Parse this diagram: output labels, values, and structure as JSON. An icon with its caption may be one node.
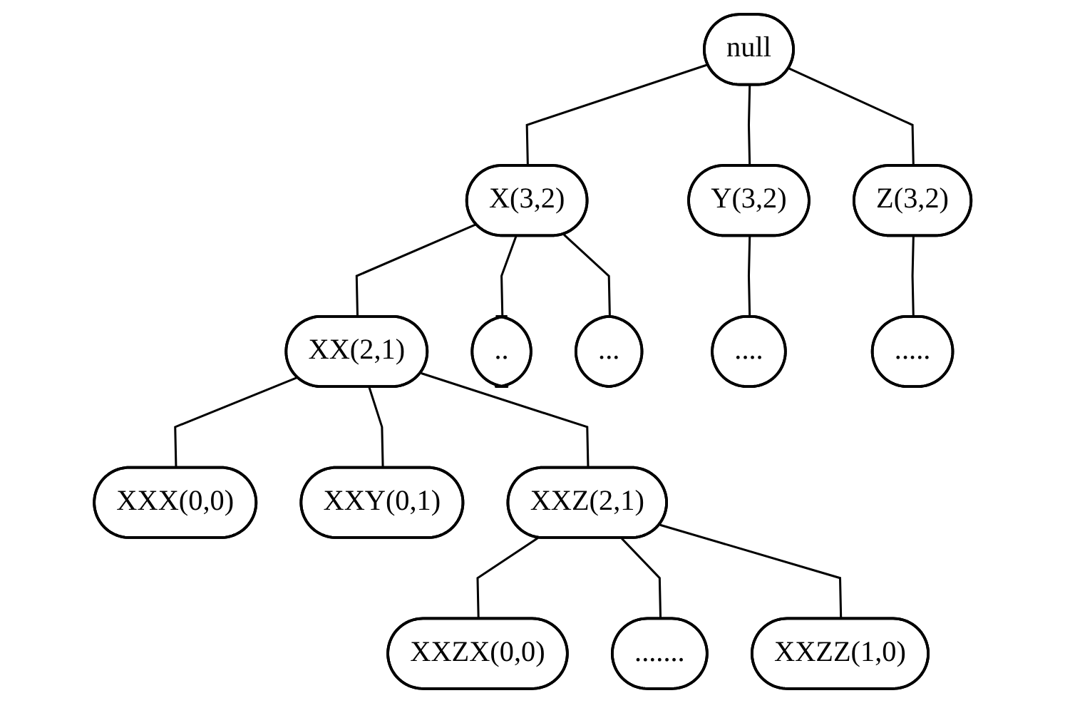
{
  "diagram": {
    "nodes": [
      {
        "text": [
          "null"
        ]
      },
      {
        "text": [
          "X(3,2)"
        ]
      },
      {
        "text": [
          "Y(3,2)"
        ]
      },
      {
        "text": [
          "Z(3,2)"
        ]
      },
      {
        "text": [
          "XX(2,1)"
        ]
      },
      {
        "text": [
          ".."
        ]
      },
      {
        "text": [
          "..."
        ]
      },
      {
        "text": [
          "...."
        ]
      },
      {
        "text": [
          "....."
        ]
      },
      {
        "text": [
          "XXX(0,0)"
        ]
      },
      {
        "text": [
          "XXY(0,1)"
        ]
      },
      {
        "text": [
          "XXZ(2,1)"
        ]
      },
      {
        "text": [
          "XXZX(0,0)"
        ]
      },
      {
        "text": [
          "......."
        ]
      },
      {
        "text": [
          "XXZZ(1,0)"
        ]
      }
    ],
    "edges": [
      {
        "from": 0,
        "to": 1,
        "arrow": "none"
      },
      {
        "from": 0,
        "to": 2,
        "arrow": "none"
      },
      {
        "from": 0,
        "to": 3,
        "arrow": "none"
      },
      {
        "from": 1,
        "to": 4,
        "arrow": "none"
      },
      {
        "from": 1,
        "to": 5,
        "arrow": "none"
      },
      {
        "from": 1,
        "to": 6,
        "arrow": "none"
      },
      {
        "from": 2,
        "to": 7,
        "arrow": "none"
      },
      {
        "from": 3,
        "to": 8,
        "arrow": "none"
      },
      {
        "from": 4,
        "to": 9,
        "arrow": "none"
      },
      {
        "from": 4,
        "to": 10,
        "arrow": "none"
      },
      {
        "from": 4,
        "to": 11,
        "arrow": "none"
      },
      {
        "from": 11,
        "to": 12,
        "arrow": "none"
      },
      {
        "from": 11,
        "to": 13,
        "arrow": "none"
      },
      {
        "from": 11,
        "to": 14,
        "arrow": "none"
      }
    ]
  }
}
